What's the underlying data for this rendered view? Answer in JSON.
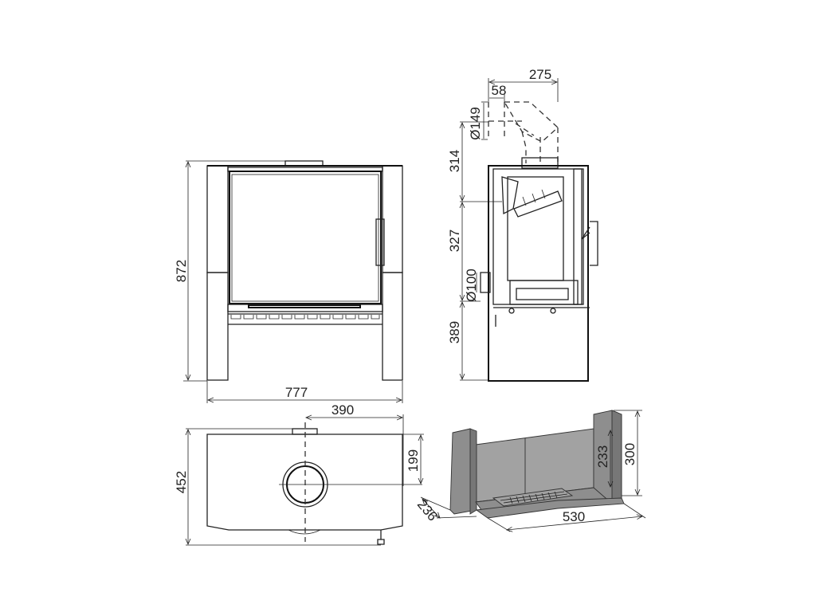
{
  "drawing": {
    "front_view": {
      "height_label": "872",
      "width_label": "777"
    },
    "side_view": {
      "flue_offset_label": "275",
      "flue_setback_label": "58",
      "flue_diameter_label": "Ø149",
      "upper_height_label": "314",
      "middle_height_label": "327",
      "air_inlet_diameter_label": "Ø100",
      "lower_height_label": "389"
    },
    "top_view": {
      "depth_label": "452",
      "flue_center_label": "390",
      "flue_depth_label": "199"
    },
    "firebox_view": {
      "depth_label": "236",
      "width_label": "530",
      "inner_height_label": "233",
      "outer_height_label": "300"
    },
    "colors": {
      "line": "#222222",
      "firebrick": "#8e8e8e"
    }
  }
}
